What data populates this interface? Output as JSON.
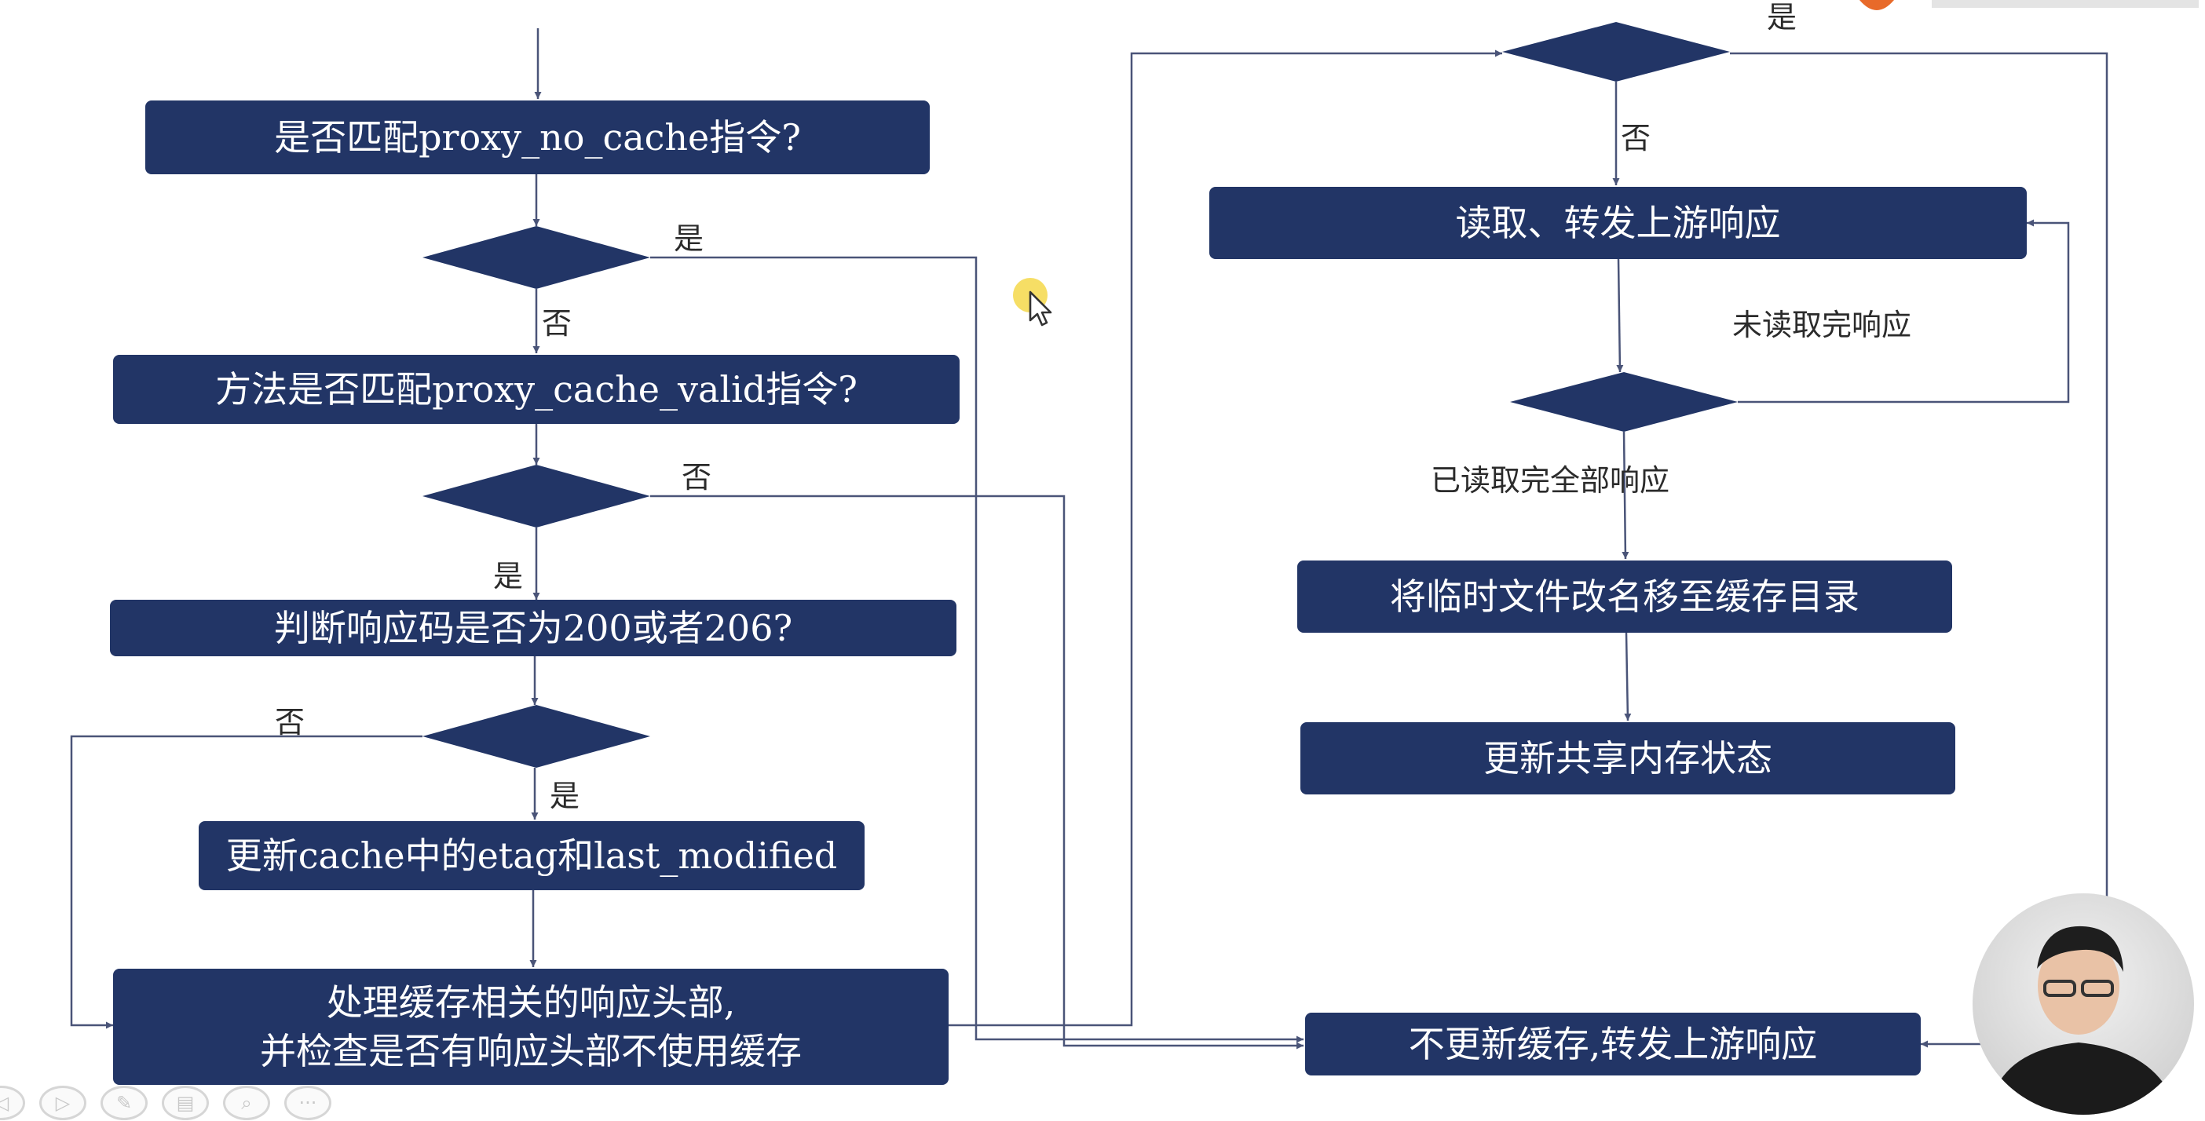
{
  "boxes": {
    "no_cache": "是否匹配proxy_no_cache指令?",
    "cache_valid": "方法是否匹配proxy_cache_valid指令?",
    "status_code": "判断响应码是否为200或者206?",
    "update_etag": "更新cache中的etag和last_modified",
    "process_headers_1": "处理缓存相关的响应头部,",
    "process_headers_2": "并检查是否有响应头部不使用缓存",
    "read_forward": "读取、转发上游响应",
    "rename_temp": "将临时文件改名移至缓存目录",
    "update_shm": "更新共享内存状态",
    "no_update_forward": "不更新缓存,转发上游响应"
  },
  "labels": {
    "yes_d1": "是",
    "no_d1": "否",
    "no_d2": "否",
    "yes_d2": "是",
    "no_d3": "否",
    "yes_d3": "是",
    "yes_top": "是",
    "no_top": "否",
    "not_finished": "未读取完响应",
    "finished": "已读取完全部响应"
  },
  "colors": {
    "box_fill": "#223566",
    "edge": "#4a5478",
    "text": "#2b2b2b"
  },
  "toolbar": {
    "icons": [
      "prev-icon",
      "play-icon",
      "pen-icon",
      "slides-icon",
      "zoom-icon",
      "more-icon"
    ]
  }
}
